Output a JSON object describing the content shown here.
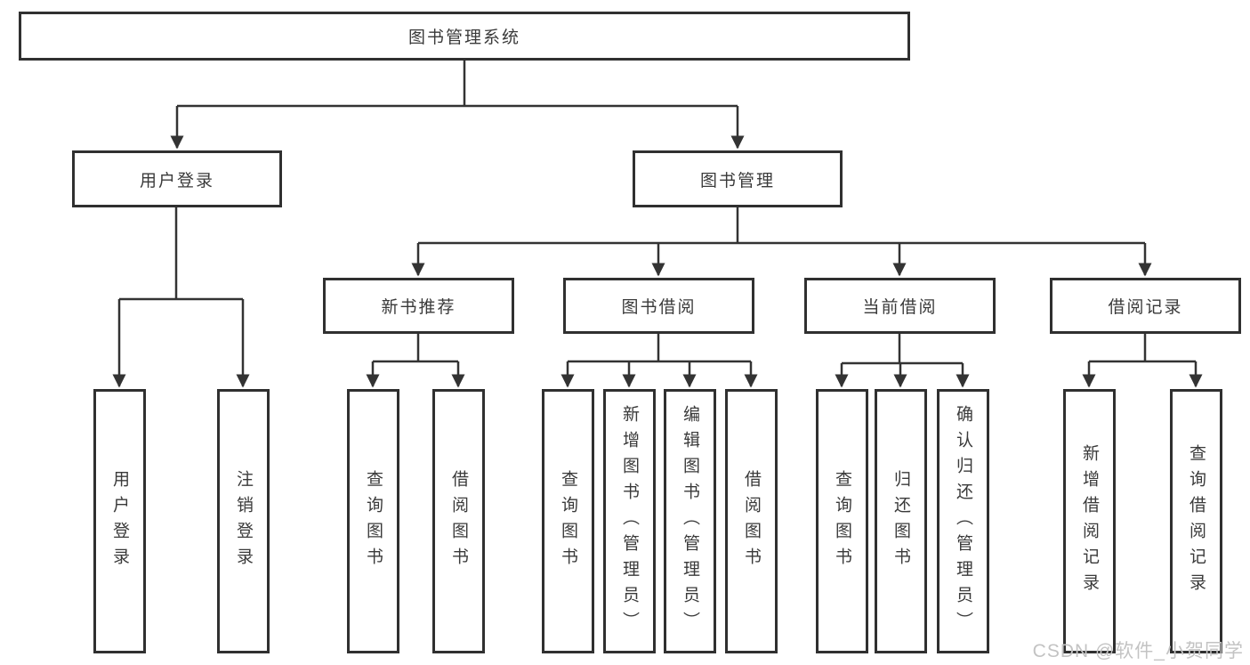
{
  "diagram": {
    "root": {
      "label": "图书管理系统"
    },
    "level2": [
      {
        "label": "用户登录"
      },
      {
        "label": "图书管理"
      }
    ],
    "level3": [
      {
        "label": "新书推荐",
        "parent": "图书管理"
      },
      {
        "label": "图书借阅",
        "parent": "图书管理"
      },
      {
        "label": "当前借阅",
        "parent": "图书管理"
      },
      {
        "label": "借阅记录",
        "parent": "图书管理"
      }
    ],
    "leaves": [
      {
        "label": "用户登录",
        "parent": "用户登录"
      },
      {
        "label": "注销登录",
        "parent": "用户登录"
      },
      {
        "label": "查询图书",
        "parent": "新书推荐"
      },
      {
        "label": "借阅图书",
        "parent": "新书推荐"
      },
      {
        "label": "查询图书",
        "parent": "图书借阅"
      },
      {
        "label": "新增图书（管理员）",
        "parent": "图书借阅"
      },
      {
        "label": "编辑图书（管理员）",
        "parent": "图书借阅"
      },
      {
        "label": "借阅图书",
        "parent": "图书借阅"
      },
      {
        "label": "查询图书",
        "parent": "当前借阅"
      },
      {
        "label": "归还图书",
        "parent": "当前借阅"
      },
      {
        "label": "确认归还（管理员）",
        "parent": "当前借阅"
      },
      {
        "label": "新增借阅记录",
        "parent": "借阅记录"
      },
      {
        "label": "查询借阅记录",
        "parent": "借阅记录"
      }
    ]
  },
  "watermark": {
    "text": "CSDN @软件_小贺同学"
  },
  "colors": {
    "line": "#333333",
    "box_border": "#303030",
    "text": "#3a3a3a",
    "background": "#ffffff",
    "watermark": "#c3c3c3"
  }
}
